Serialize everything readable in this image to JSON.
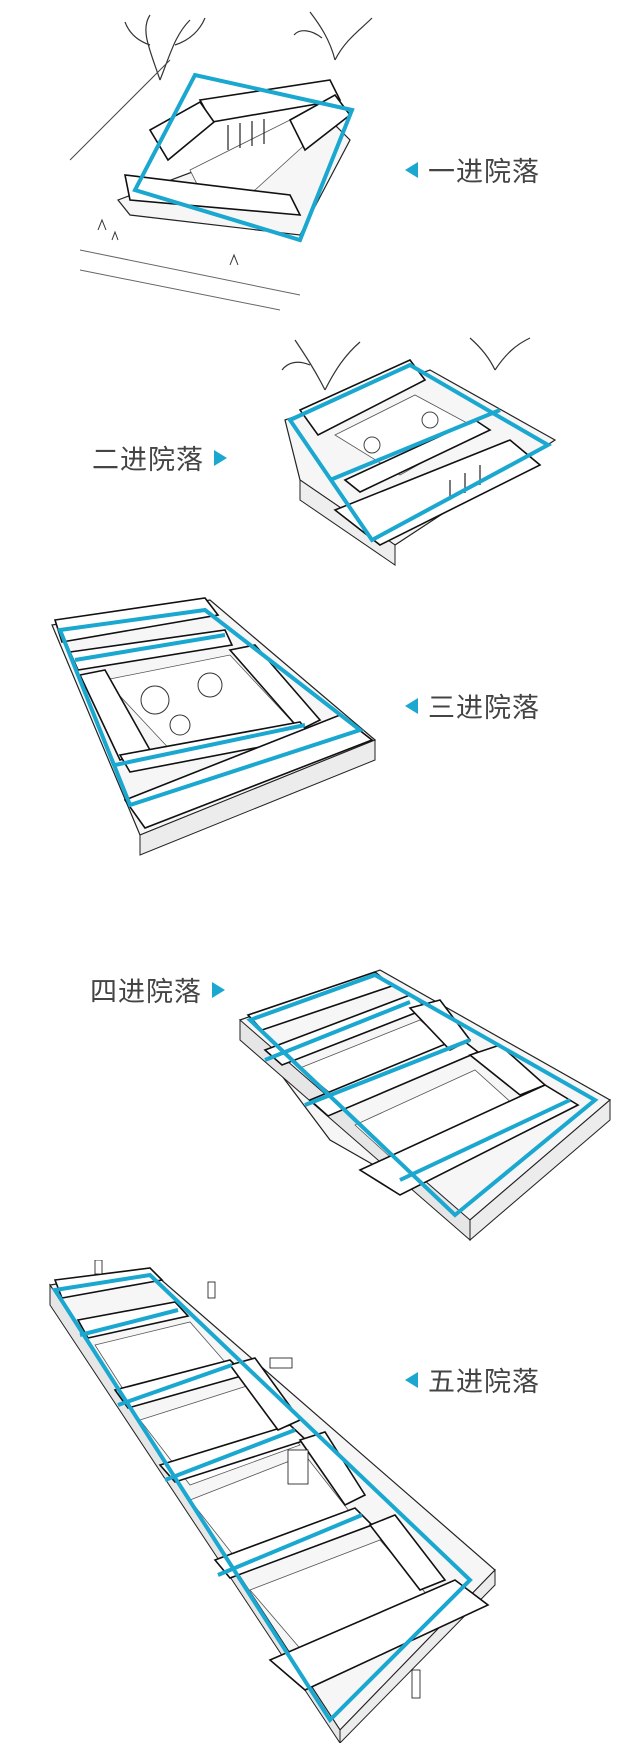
{
  "accent_color": "#1aa7d0",
  "panels": [
    {
      "label": "一进院落",
      "arrow": "left"
    },
    {
      "label": "二进院落",
      "arrow": "right"
    },
    {
      "label": "三进院落",
      "arrow": "left"
    },
    {
      "label": "四进院落",
      "arrow": "right"
    },
    {
      "label": "五进院落",
      "arrow": "left"
    }
  ]
}
